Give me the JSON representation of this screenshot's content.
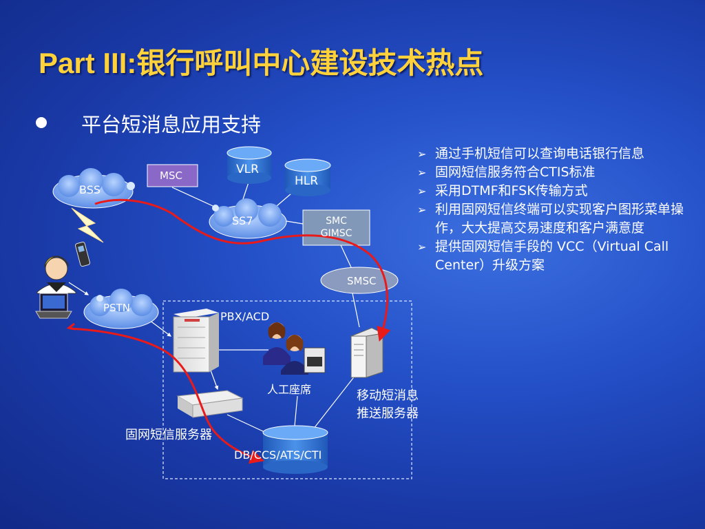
{
  "slide": {
    "title": "Part III:银行呼叫中心建设技术热点",
    "subtitle": "平台短消息应用支持",
    "points": [
      "通过手机短信可以查询电话银行信息",
      "固网短信服务符合CTIS标准",
      "采用DTMF和FSK传输方式",
      "利用固网短信终端可以实现客户图形菜单操作，大大提高交易速度和客户满意度",
      "提供固网短信手段的 VCC（Virtual Call Center）升级方案"
    ]
  },
  "diagram": {
    "labels": {
      "bss": "BSS",
      "msc": "MSC",
      "vlr": "VLR",
      "hlr": "HLR",
      "ss7": "SS7",
      "smc_line1": "SMC",
      "smc_line2": "GIMSC",
      "smsc": "SMSC",
      "pstn": "PSTN",
      "pbx": "PBX/ACD",
      "agent": "人工座席",
      "mobile_server_line1": "移动短消息",
      "mobile_server_line2": "推送服务器",
      "fixed_server": "固网短信服务器",
      "db": "DB/CCS/ATS/CTI"
    },
    "colors": {
      "title": "#ffd23c",
      "arrow": "#e81a1a",
      "box": "#8a68c8",
      "cloud": "#7aaaf0",
      "cylinder": "#3a7ed8"
    }
  }
}
